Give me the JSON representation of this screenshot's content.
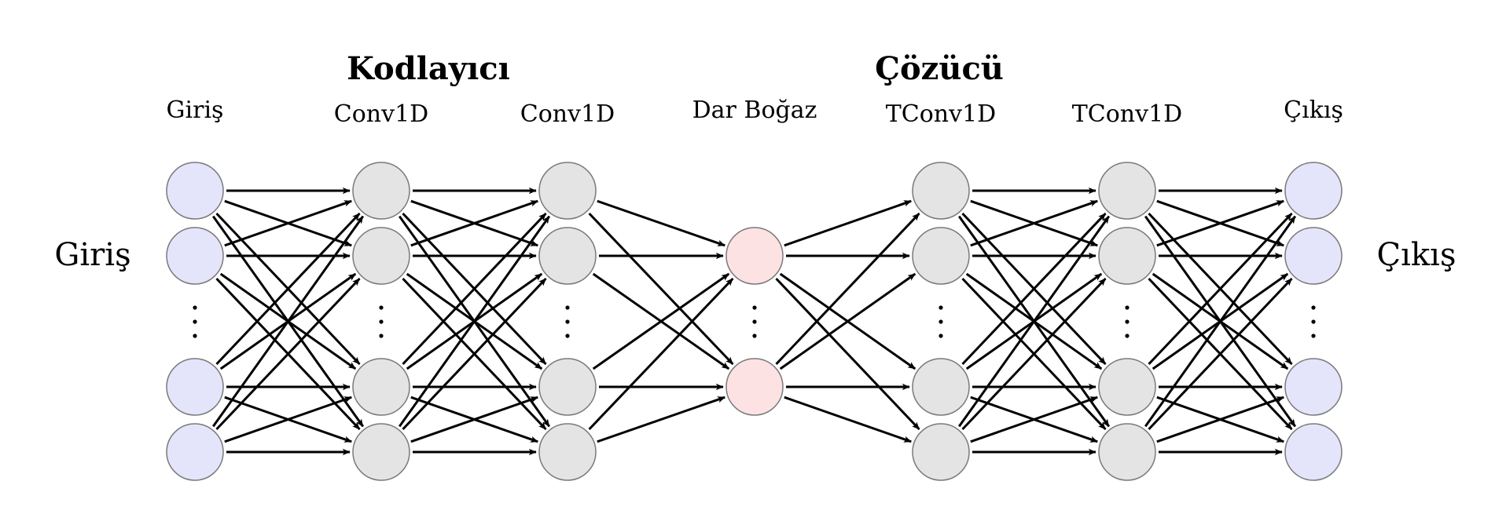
{
  "sections": {
    "encoder": "Kodlayıcı",
    "decoder": "Çözücü"
  },
  "side_labels": {
    "input": "Giriş",
    "output": "Çıkış"
  },
  "layers": [
    {
      "id": "input",
      "label": "Giriş",
      "kind": "io"
    },
    {
      "id": "conv1",
      "label": "Conv1D",
      "kind": "hidden"
    },
    {
      "id": "conv2",
      "label": "Conv1D",
      "kind": "hidden"
    },
    {
      "id": "bottleneck",
      "label": "Dar Boğaz",
      "kind": "bottleneck"
    },
    {
      "id": "tconv1",
      "label": "TConv1D",
      "kind": "hidden"
    },
    {
      "id": "tconv2",
      "label": "TConv1D",
      "kind": "hidden"
    },
    {
      "id": "output",
      "label": "Çıkış",
      "kind": "io"
    }
  ],
  "colors": {
    "io": "#e4e4fb",
    "hidden": "#e4e4e4",
    "bottleneck": "#fde2e4",
    "edge": "#000000"
  }
}
